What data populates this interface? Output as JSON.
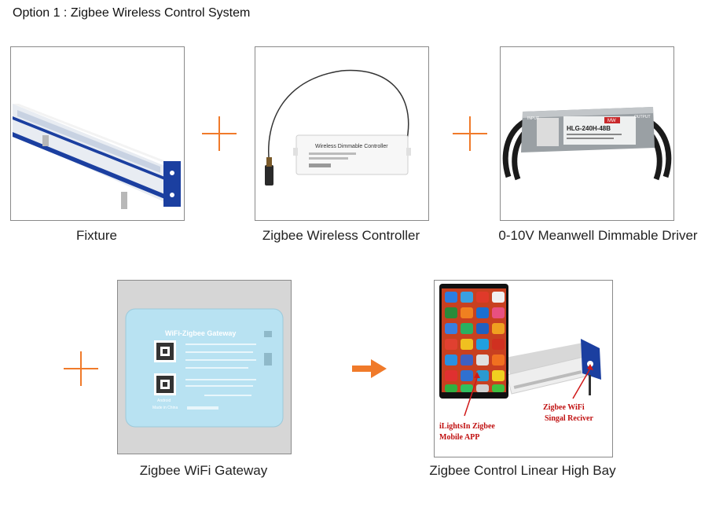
{
  "title": "Option 1 : Zigbee Wireless Control System",
  "items": [
    {
      "caption": "Fixture"
    },
    {
      "caption": "Zigbee Wireless Controller"
    },
    {
      "caption": "0-10V Meanwell Dimmable Driver"
    },
    {
      "caption": "Zigbee WiFi Gateway"
    },
    {
      "caption": "Zigbee Control Linear High Bay"
    }
  ],
  "controller": {
    "label": "Wireless Dimmable Controller"
  },
  "driver": {
    "model": "HLG-240H-48B",
    "brand": "MW",
    "input": "INPUT",
    "output": "OUTPUT"
  },
  "gateway": {
    "title": "WiFi-Zigbee Gateway",
    "android": "Android",
    "made_in": "Made in China"
  },
  "highbay": {
    "app_label_1": "iLightsIn Zigbee",
    "app_label_2": "Mobile APP",
    "receiver_label_1": "Zigbee WiFi",
    "receiver_label_2": "Singal Reciver"
  },
  "colors": {
    "accent_orange": "#f07a2a",
    "fixture_blue": "#1b3fa0",
    "annotation_red": "#d01818"
  }
}
